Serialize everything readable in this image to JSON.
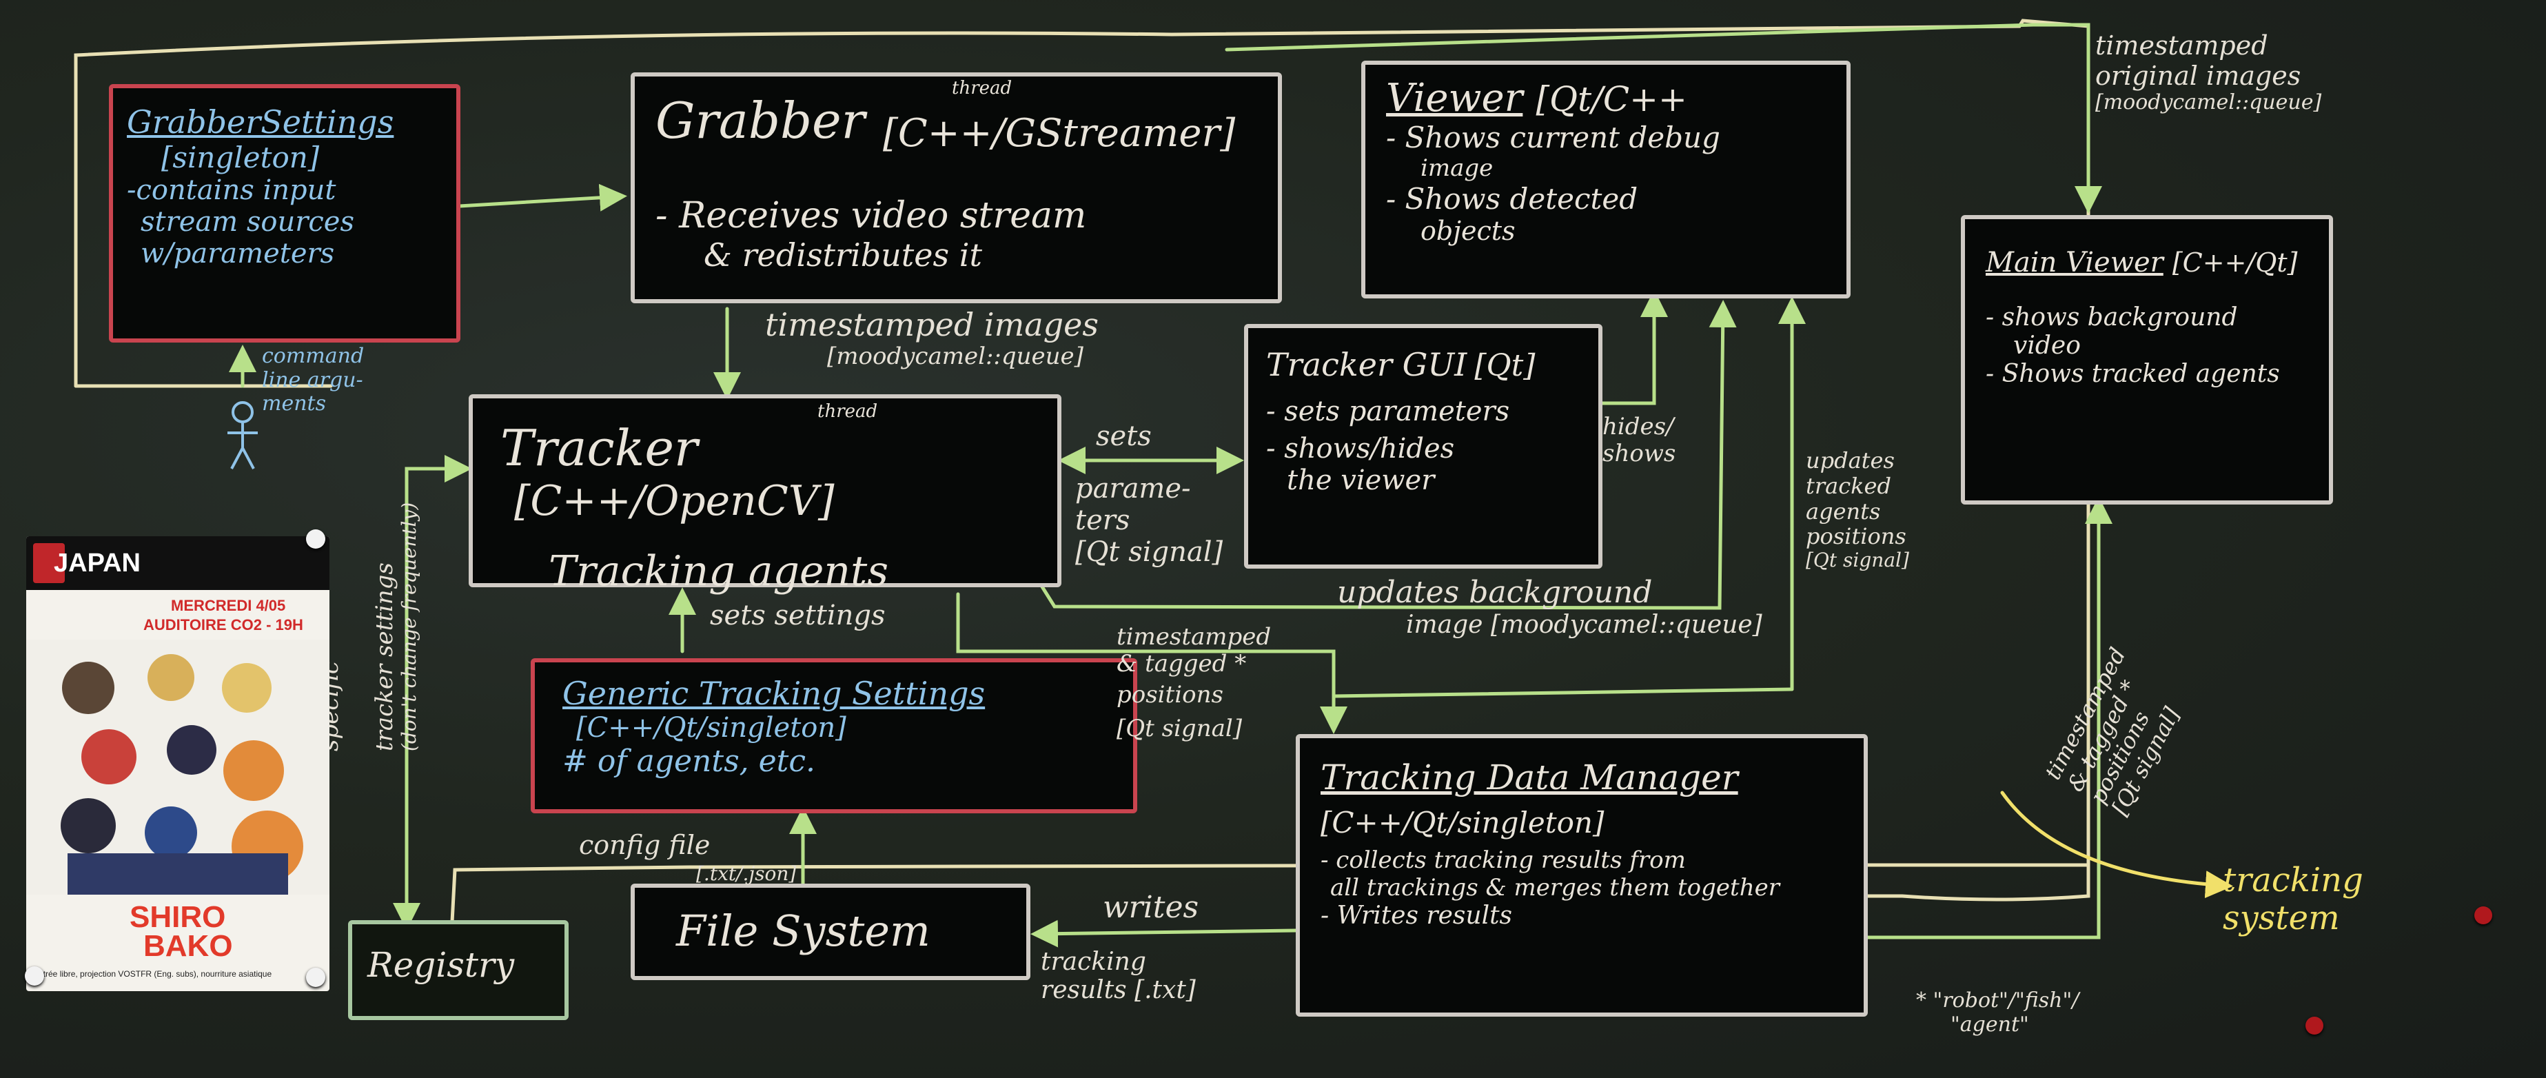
{
  "boxes": {
    "grabber_settings": [
      "GrabberSettings",
      "[singleton]",
      "-contains input",
      "stream sources",
      "w/parameters"
    ],
    "grabber": {
      "title": "Grabber",
      "thread": "thread",
      "tech": "[C++/GStreamer]",
      "lines": [
        "- Receives video stream",
        "& redistributes it"
      ]
    },
    "viewer": {
      "title": "Viewer",
      "tech": "[Qt/C++",
      "lines": [
        "- Shows current debug",
        "image",
        "- Shows detected",
        "objects"
      ]
    },
    "main_viewer": {
      "title": "Main Viewer",
      "tech": "[C++/Qt]",
      "lines": [
        "- shows background",
        "video",
        "- Shows tracked agents"
      ]
    },
    "tracker": {
      "title": "Tracker",
      "thread": "thread",
      "tech": "[C++/OpenCV]",
      "sub": "Tracking agents"
    },
    "tracker_gui": {
      "title": "Tracker GUI",
      "tech": "[Qt]",
      "lines": [
        "- sets parameters",
        "- shows/hides",
        "the viewer"
      ]
    },
    "generic_settings": {
      "title": "Generic Tracking Settings",
      "tech": "[C++/Qt/singleton]",
      "lines": [
        "# of agents, etc."
      ]
    },
    "tracking_data_manager": {
      "title": "Tracking Data Manager",
      "tech": "[C++/Qt/singleton]",
      "lines": [
        "- collects tracking results from",
        "all trackings & merges them together",
        "- Writes results"
      ]
    },
    "file_system": {
      "title": "File System"
    },
    "registry": {
      "title": "Registry"
    }
  },
  "labels": {
    "command_line": [
      "command",
      "line argu-",
      "ments"
    ],
    "timestamped_images": [
      "timestamped images",
      "[moodycamel::queue]"
    ],
    "timestamped_original": [
      "timestamped",
      "original images",
      "[moodycamel::queue]"
    ],
    "sets_params": [
      "sets",
      "parame-",
      "ters",
      "[Qt signal]"
    ],
    "hides_shows": [
      "hides/",
      "shows"
    ],
    "updates_background": [
      "updates background",
      "image [moodycamel::queue]"
    ],
    "updates_tracked": [
      "updates",
      "tracked",
      "agents",
      "positions",
      "[Qt signal]"
    ],
    "sets_settings": "sets settings",
    "timestamped_positions": [
      "timestamped",
      "& tagged *",
      "positions",
      "[Qt signal]"
    ],
    "config_file": "config file",
    "config_format": "[.txt/.json]",
    "writes": "writes",
    "tracking_results": [
      "tracking",
      "results [.txt]"
    ],
    "specific_settings": [
      "specific",
      "tracker settings",
      "(don't change frequently)"
    ],
    "right_positions": [
      "timestamped",
      "& tagged *",
      "positions",
      "[Qt signal]"
    ],
    "tracking_system": [
      "tracking",
      "system"
    ],
    "footnote": [
      "* \"robot\"/\"fish\"/",
      "\"agent\""
    ]
  },
  "poster": {
    "logo": "JAPAN",
    "date": "MERCREDI 4/05",
    "room": "AUDITOIRE CO2 - 19H",
    "title1": "SHIRO",
    "title2": "BAKO",
    "footer": "Entrée libre, projection VOSTFR (Eng. subs), nourriture asiatique"
  },
  "colors": {
    "board": "#1d2320",
    "chalk_white": "#e9e4da",
    "chalk_green": "#b8e08a",
    "chalk_blue": "#8fc3e8",
    "chalk_yellow": "#f1e06a",
    "chalk_red": "#d9424a"
  }
}
